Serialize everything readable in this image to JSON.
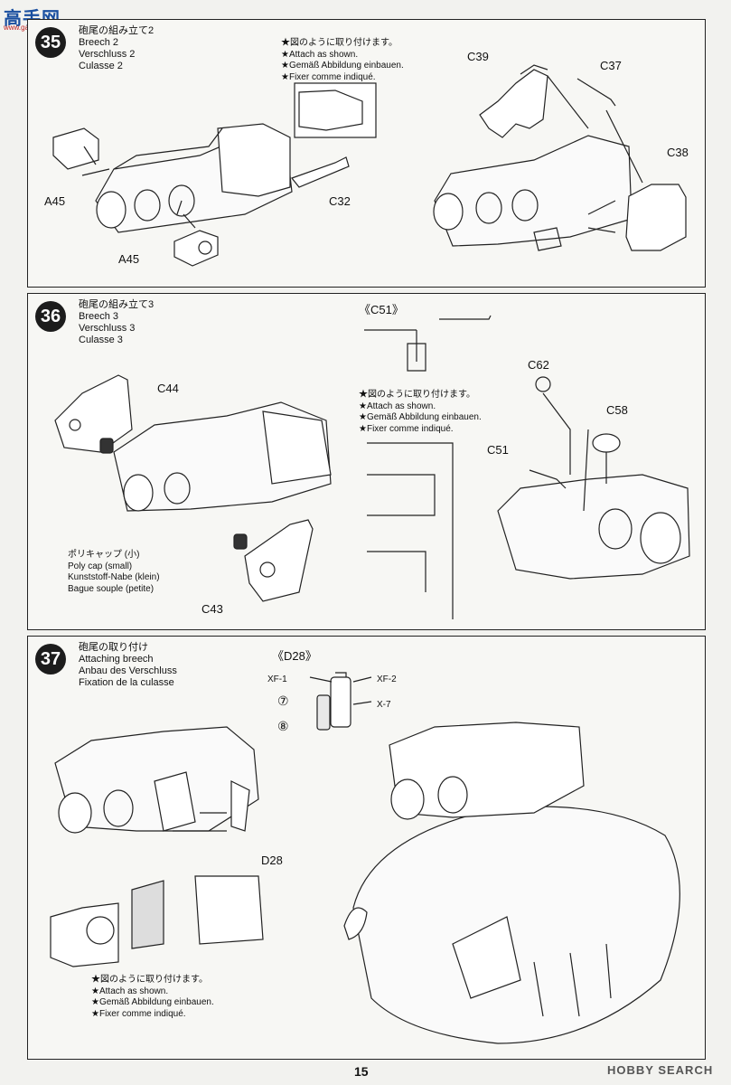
{
  "watermark": {
    "site_chars": "高手网",
    "url": "www.gaoshou.com"
  },
  "page_number": "15",
  "footer_brand": "HOBBY SEARCH",
  "steps": [
    {
      "number": "35",
      "title_ja": "砲尾の組み立て2",
      "title_en": "Breech 2",
      "title_de": "Verschluss 2",
      "title_fr": "Culasse 2",
      "note": [
        "★図のように取り付けます。",
        "★Attach as shown.",
        "★Gemäß Abbildung einbauen.",
        "★Fixer comme indiqué."
      ],
      "labels": {
        "a45_upper": "A45",
        "a45_lower": "A45",
        "c32": "C32",
        "c39": "C39",
        "c37": "C37",
        "c38": "C38"
      }
    },
    {
      "number": "36",
      "title_ja": "砲尾の組み立て3",
      "title_en": "Breech 3",
      "title_de": "Verschluss 3",
      "title_fr": "Culasse 3",
      "detail_title": "《C51》",
      "note": [
        "★図のように取り付けます。",
        "★Attach as shown.",
        "★Gemäß Abbildung einbauen.",
        "★Fixer comme indiqué."
      ],
      "polycap": [
        "ポリキャップ (小)",
        "Poly cap (small)",
        "Kunststoff-Nabe (klein)",
        "Bague souple (petite)"
      ],
      "labels": {
        "c44": "C44",
        "c43": "C43",
        "c62": "C62",
        "c58": "C58",
        "c51": "C51"
      }
    },
    {
      "number": "37",
      "title_ja": "砲尾の取り付け",
      "title_en": "Attaching breech",
      "title_de": "Anbau des Verschluss",
      "title_fr": "Fixation de la culasse",
      "detail_title": "《D28》",
      "paints": {
        "xf1": "XF-1",
        "xf2": "XF-2",
        "x7": "X-7",
        "ref7": "⑦",
        "ref8": "⑧"
      },
      "note": [
        "★図のように取り付けます。",
        "★Attach as shown.",
        "★Gemäß Abbildung einbauen.",
        "★Fixer comme indiqué."
      ],
      "labels": {
        "d28": "D28"
      }
    }
  ]
}
